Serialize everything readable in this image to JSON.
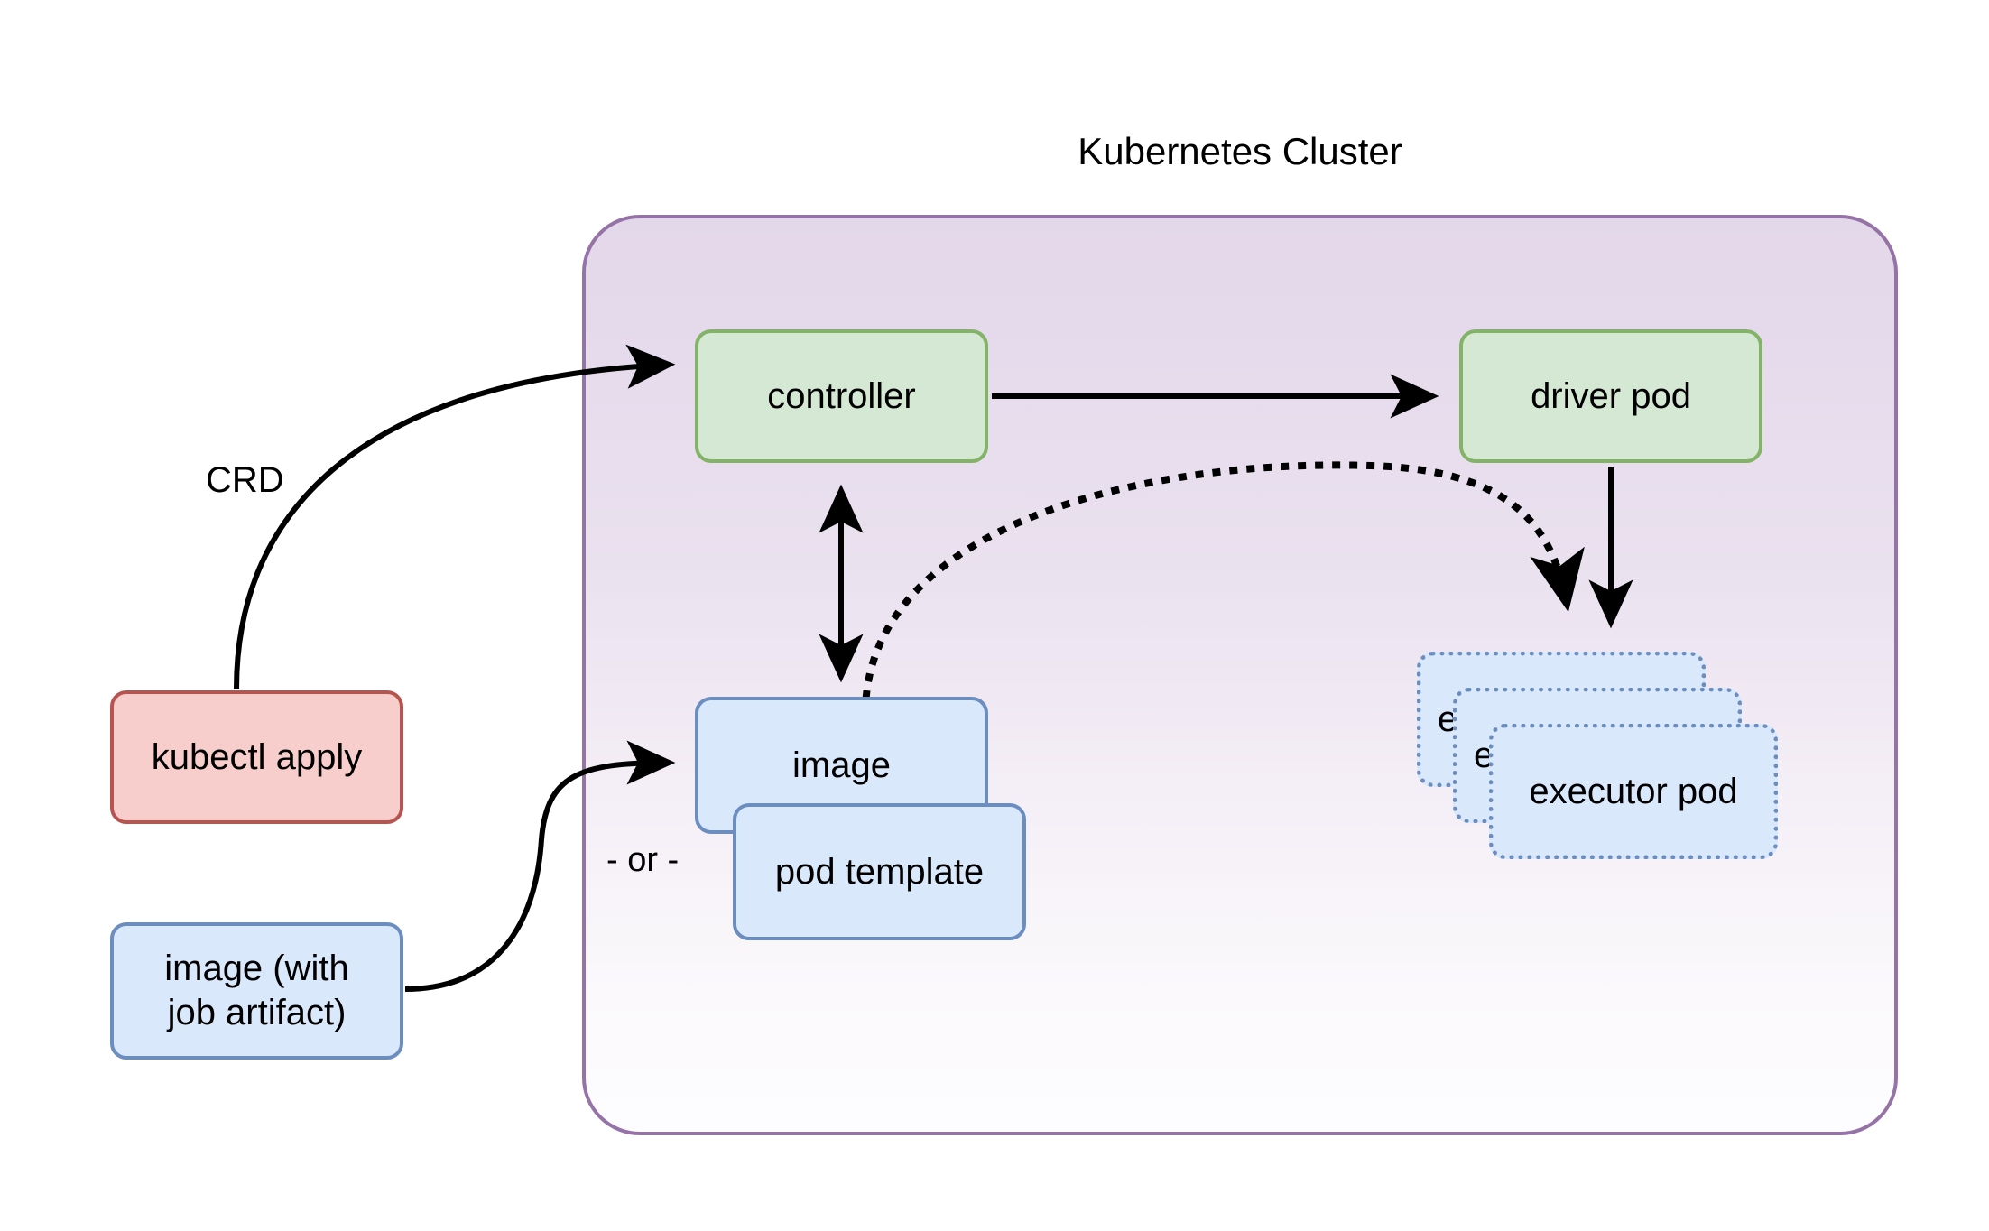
{
  "diagram": {
    "title": "Kubernetes Cluster",
    "background_color": "#ffffff"
  },
  "cluster": {
    "label": "Kubernetes Cluster",
    "border_color": "#9673a6",
    "fill_top_color": "#e3d7ea",
    "fill_bottom_color": "#fdfcfe"
  },
  "nodes": {
    "controller": {
      "label": "controller",
      "fill": "#d5e8d4",
      "stroke": "#82b366",
      "style": "solid"
    },
    "driver_pod": {
      "label": "driver pod",
      "fill": "#d5e8d4",
      "stroke": "#82b366",
      "style": "solid"
    },
    "image": {
      "label": "image",
      "fill": "#dae8fc",
      "stroke": "#6c8ebf",
      "style": "solid"
    },
    "pod_template": {
      "label": "pod template",
      "fill": "#dae8fc",
      "stroke": "#6c8ebf",
      "style": "solid"
    },
    "kubectl_apply": {
      "label": "kubectl apply",
      "fill": "#f8cecc",
      "stroke": "#b85450",
      "style": "solid"
    },
    "image_job_artifact": {
      "label": "image (with job artifact)",
      "line1": "image (with",
      "line2": "job artifact)",
      "fill": "#dae8fc",
      "stroke": "#6c8ebf",
      "style": "solid"
    },
    "executor_pod_front": {
      "label": "executor pod",
      "fill": "#dae8fc",
      "stroke": "#6c8ebf",
      "style": "dotted"
    },
    "executor_pod_middle": {
      "label": "e",
      "full_label": "executor pod",
      "fill": "#dae8fc",
      "stroke": "#6c8ebf",
      "style": "dotted"
    },
    "executor_pod_back": {
      "label": "e",
      "full_label": "executor pod",
      "fill": "#dae8fc",
      "stroke": "#6c8ebf",
      "style": "dotted"
    }
  },
  "labels": {
    "or": "- or -",
    "crd": "CRD"
  },
  "edges": [
    {
      "id": "kubectl-to-controller",
      "from": "kubectl apply",
      "to": "controller",
      "label": "CRD",
      "style": "solid",
      "arrow": "single"
    },
    {
      "id": "controller-to-driver-pod",
      "from": "controller",
      "to": "driver pod",
      "label": "",
      "style": "solid",
      "arrow": "single"
    },
    {
      "id": "controller-image-bidirectional",
      "from": "controller",
      "to": "image",
      "label": "",
      "style": "solid",
      "arrow": "double"
    },
    {
      "id": "image-to-executor-pod",
      "from": "image",
      "to": "executor pod",
      "label": "",
      "style": "dotted",
      "arrow": "single"
    },
    {
      "id": "driver-pod-to-executor-pod",
      "from": "driver pod",
      "to": "executor pod",
      "label": "",
      "style": "solid",
      "arrow": "single"
    },
    {
      "id": "image-job-to-image",
      "from": "image (with job artifact)",
      "to": "image",
      "label": "",
      "style": "solid",
      "arrow": "single"
    }
  ]
}
